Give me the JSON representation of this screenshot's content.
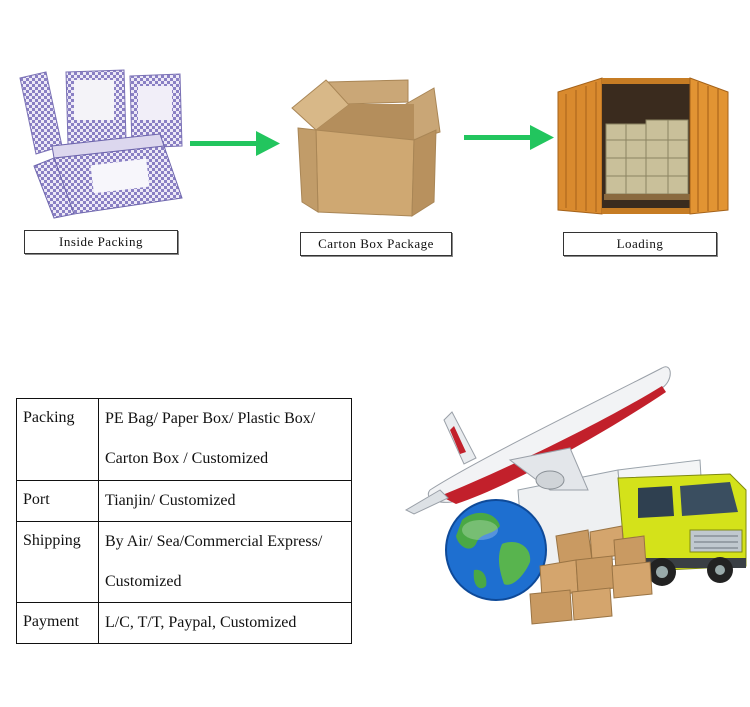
{
  "steps": [
    {
      "label": "Inside Packing"
    },
    {
      "label": "Carton Box Package"
    },
    {
      "label": "Loading"
    }
  ],
  "colors": {
    "arrow": "#22c55e",
    "carton": "#c8a473",
    "container": "#d98a2e",
    "table_border": "#111111"
  },
  "specs": [
    {
      "key": "Packing",
      "lines": [
        "PE Bag/ Paper Box/ Plastic Box/",
        "Carton Box / Customized"
      ]
    },
    {
      "key": "Port",
      "lines": [
        "Tianjin/ Customized"
      ]
    },
    {
      "key": "Shipping",
      "lines": [
        "By Air/ Sea/Commercial Express/",
        "Customized"
      ]
    },
    {
      "key": "Payment",
      "lines": [
        "L/C, T/T, Paypal, Customized"
      ]
    }
  ],
  "icons": [
    "packing-boxes-image",
    "arrow-right-icon",
    "carton-box-image",
    "shipping-container-image",
    "airplane-image",
    "globe-image",
    "cardboard-boxes-image",
    "truck-image"
  ]
}
